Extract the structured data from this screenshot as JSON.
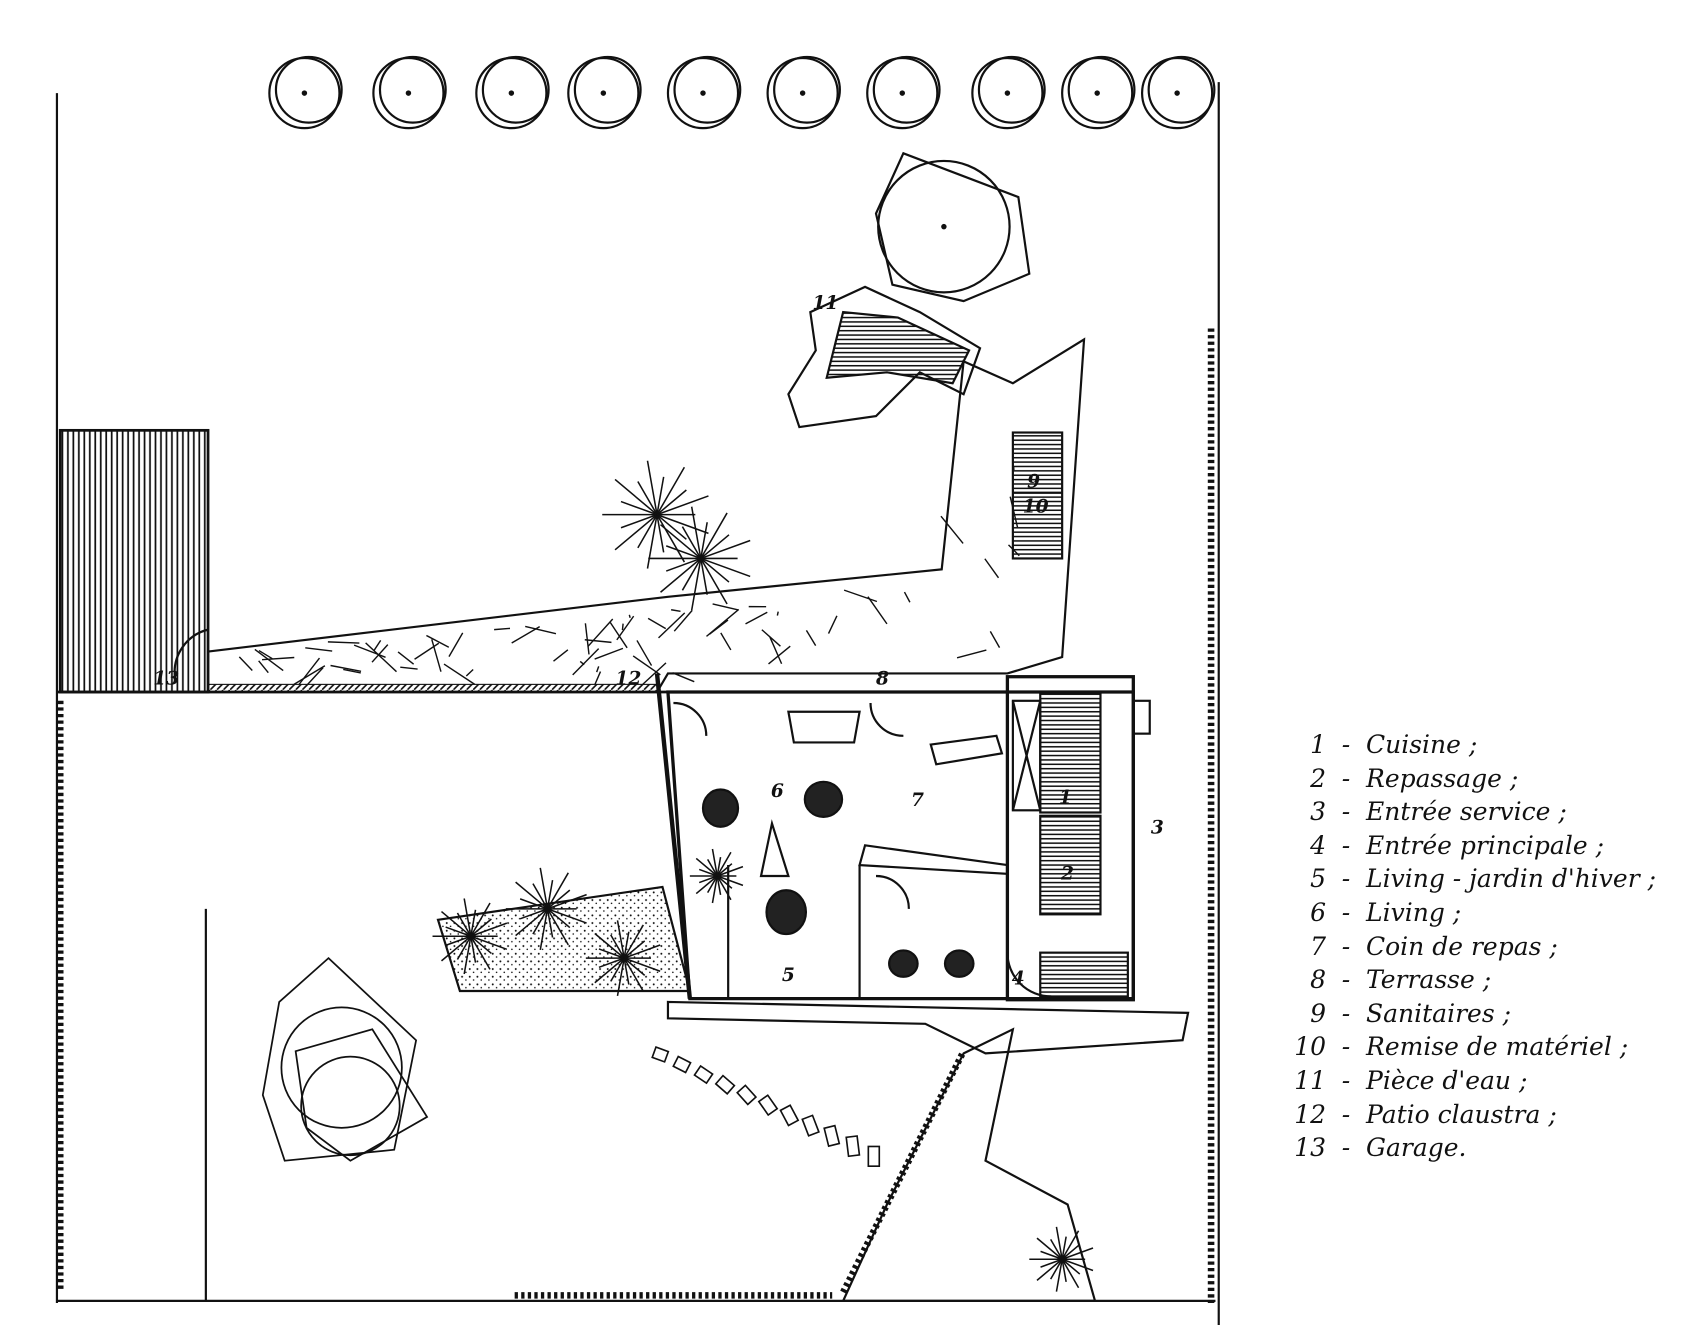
{
  "plan_labels": {
    "l11": "11",
    "l9": "9",
    "l10": "10",
    "l13": "13",
    "l12": "12",
    "l8": "8",
    "l6": "6",
    "l7": "7",
    "l1": "1",
    "l3": "3",
    "l2": "2",
    "l5": "5",
    "l4": "4"
  },
  "legend": [
    {
      "num": "1",
      "text": "Cuisine ;"
    },
    {
      "num": "2",
      "text": "Repassage ;"
    },
    {
      "num": "3",
      "text": "Entrée service ;"
    },
    {
      "num": "4",
      "text": "Entrée principale ;"
    },
    {
      "num": "5",
      "text": "Living - jardin d'hiver ;"
    },
    {
      "num": "6",
      "text": "Living ;"
    },
    {
      "num": "7",
      "text": "Coin de repas ;"
    },
    {
      "num": "8",
      "text": "Terrasse ;"
    },
    {
      "num": "9",
      "text": "Sanitaires ;"
    },
    {
      "num": "10",
      "text": "Remise de matériel ;"
    },
    {
      "num": "11",
      "text": "Pièce d'eau ;"
    },
    {
      "num": "12",
      "text": "Patio claustra ;"
    },
    {
      "num": "13",
      "text": "Garage."
    }
  ],
  "separator": "-",
  "colors": {
    "ink": "#111111",
    "paper": "#ffffff"
  }
}
